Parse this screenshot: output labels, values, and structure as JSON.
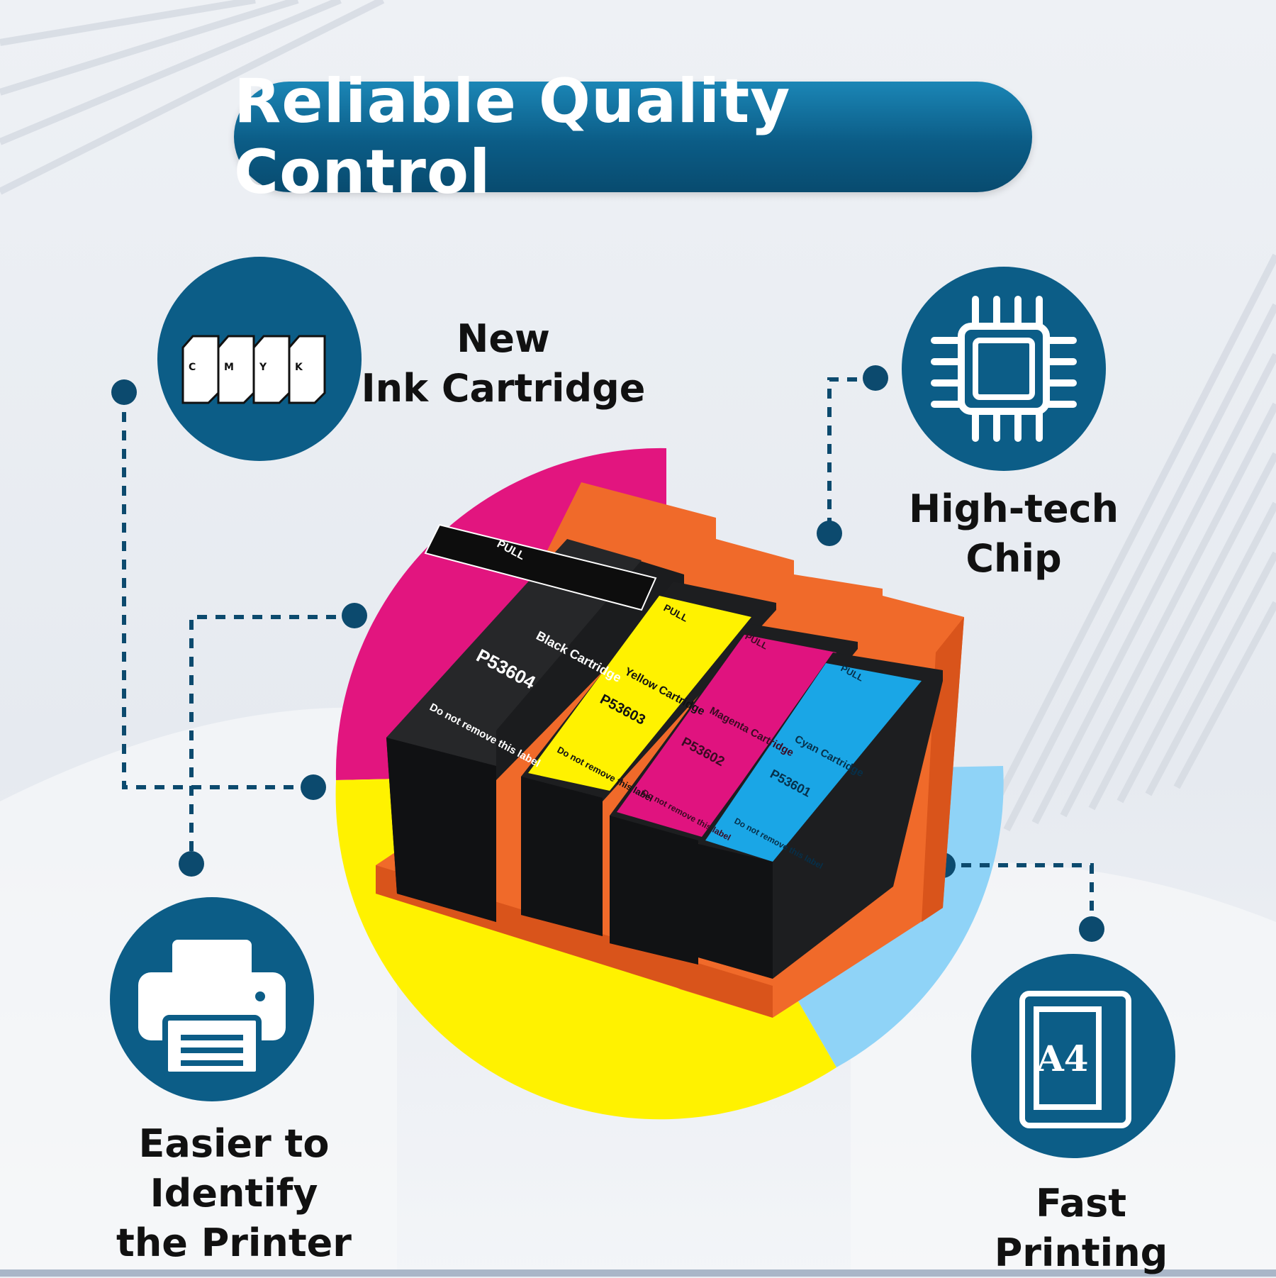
{
  "title": "Reliable Quality Control",
  "features": {
    "new_cartridge": {
      "line1": "New",
      "line2": "Ink Cartridge",
      "icon": "cartridges-icon"
    },
    "chip": {
      "line1": "High-tech",
      "line2": "Chip",
      "icon": "chip-icon"
    },
    "printer": {
      "line1": "Easier to Identify",
      "line2": "the Printer",
      "icon": "printer-icon"
    },
    "fast": {
      "line1": "Fast Printing",
      "icon": "a4-document-icon",
      "icon_text": "A4"
    }
  },
  "cartridges_icon_letters": [
    "C",
    "M",
    "Y",
    "K"
  ],
  "cartridges": [
    {
      "color": "Black",
      "label": "Black Cartridge",
      "code": "P53604",
      "note": "Do not remove this label",
      "pull": "PULL",
      "hex": "#0a0a0a"
    },
    {
      "color": "Yellow",
      "label": "Yellow Cartridge",
      "code": "P53603",
      "note": "Do not remove this label",
      "pull": "PULL",
      "hex": "#fff200"
    },
    {
      "color": "Magenta",
      "label": "Magenta Cartridge",
      "code": "P53602",
      "note": "Do not remove this label",
      "pull": "PULL",
      "hex": "#e0137f"
    },
    {
      "color": "Cyan",
      "label": "Cyan Cartridge",
      "code": "P53601",
      "note": "Do not remove this label",
      "pull": "PULL",
      "hex": "#1aa6e6"
    }
  ],
  "colors": {
    "brand_blue": "#0c5d87",
    "magenta": "#e2157f",
    "yellow": "#fff200",
    "light_blue": "#8fd3f7",
    "holder_orange": "#f06a2a"
  }
}
